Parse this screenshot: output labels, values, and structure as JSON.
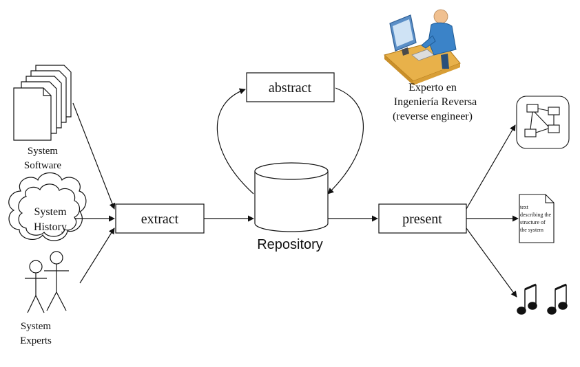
{
  "diagram": {
    "sources": {
      "software": {
        "line1": "System",
        "line2": "Software"
      },
      "history": {
        "line1": "System",
        "line2": "History"
      },
      "experts": {
        "line1": "System",
        "line2": "Experts"
      }
    },
    "process": {
      "extract": "extract",
      "abstract": "abstract",
      "repository": "Repository",
      "present": "present"
    },
    "engineer": {
      "line1": "Experto en",
      "line2": "Ingeniería Reversa",
      "line3": "(reverse engineer)"
    },
    "outputs": {
      "document": {
        "line1": "text",
        "line2": "describing the",
        "line3": "structure of",
        "line4": "the system"
      }
    },
    "icons": [
      "document-stack-icon",
      "cloud-icon",
      "stick-figure-icon",
      "computer-user-icon",
      "graph-diagram-icon",
      "text-document-icon",
      "music-notes-icon"
    ],
    "colors": {
      "ink": "#111111",
      "monitor": "#5b8fc7",
      "desk": "#e8b14a",
      "person": "#3b83c8"
    }
  }
}
